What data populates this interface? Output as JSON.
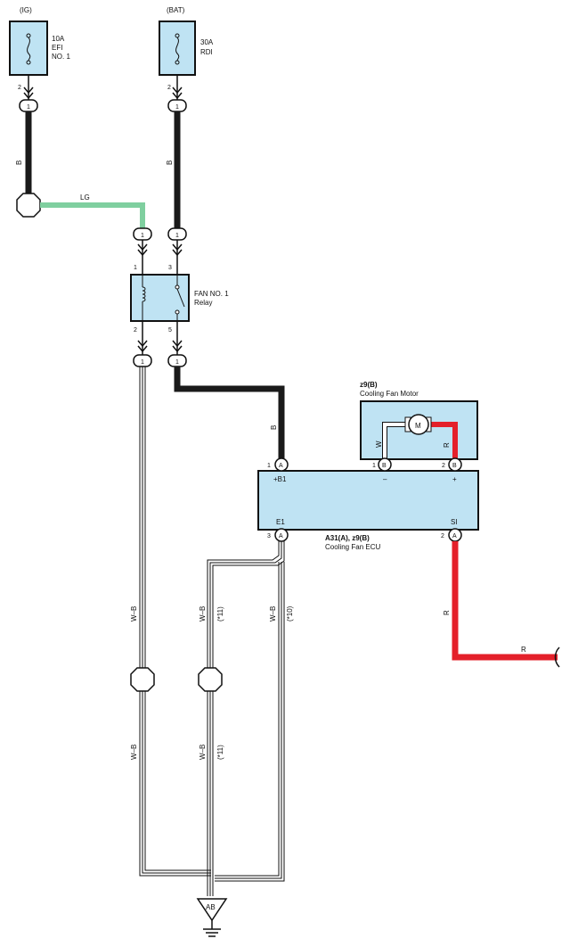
{
  "fuses": [
    {
      "source": "(IG)",
      "rating": "10A",
      "name1": "EFI",
      "name2": "NO. 1",
      "pin": "2",
      "conn": "1"
    },
    {
      "source": "(BAT)",
      "rating": "30A",
      "name1": "RDI",
      "name2": "",
      "pin": "2",
      "conn": "1"
    }
  ],
  "relay": {
    "name1": "FAN NO. 1",
    "name2": "Relay",
    "pin_coil_in": "1",
    "pin_sw_in": "3",
    "pin_coil_out": "2",
    "pin_sw_out": "5",
    "conn_top_left": "1",
    "conn_top_right": "1",
    "conn_bot_left": "1",
    "conn_bot_right": "1"
  },
  "motor": {
    "code": "z9(B)",
    "name": "Cooling Fan Motor",
    "symbol": "M",
    "pin_minus": "1",
    "pin_plus": "2",
    "conn": "B",
    "minus_label": "–",
    "plus_label": "+"
  },
  "ecu": {
    "code": "A31(A), z9(B)",
    "name": "Cooling Fan ECU",
    "pin_b1": "1",
    "term_b1": "+B1",
    "conn_b1": "A",
    "pin_e1": "3",
    "term_e1": "E1",
    "conn_e1": "A",
    "pin_si": "2",
    "term_si": "SI",
    "conn_si": "A"
  },
  "wires": {
    "b": "B",
    "lg": "LG",
    "w": "W",
    "r": "R",
    "wb": "W–B",
    "note11": "(*11)",
    "note10": "(*10)"
  },
  "ground": {
    "label": "AB"
  },
  "colors": {
    "black": "#1a1a1a",
    "green": "#7fcf9f",
    "red": "#e4202a",
    "box_fill": "#bfe3f3",
    "outline": "#111111"
  },
  "icons": [
    "fuse-icon",
    "relay-coil-icon",
    "relay-switch-icon",
    "motor-icon",
    "ground-icon",
    "splice-icon",
    "connector-icon"
  ]
}
